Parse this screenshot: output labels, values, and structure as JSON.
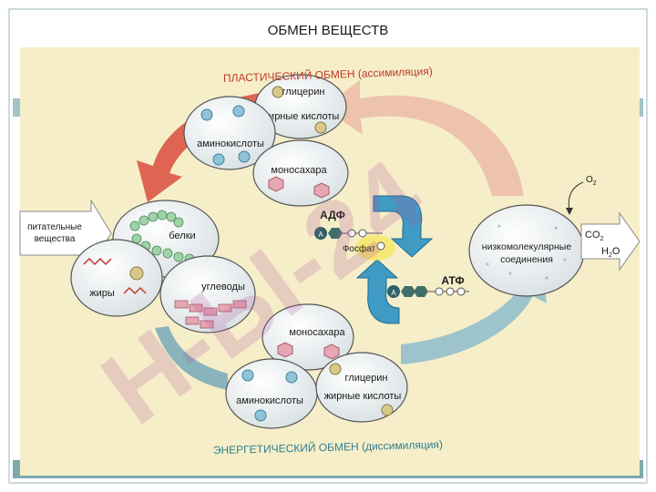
{
  "title": "ОБМЕН ВЕЩЕСТВ",
  "watermark": "Н-Ы-24",
  "plastic": "ПЛАСТИЧЕСКИЙ ОБМЕН (ассимиляция)",
  "energy": "ЭНЕРГЕТИЧЕСКИЙ ОБМЕН (диссимиляция)",
  "input": {
    "line1": "питательные",
    "line2": "вещества"
  },
  "left": {
    "proteins": "белки",
    "fats": "жиры",
    "carbs": "углеводы"
  },
  "top": {
    "glycerin": "глицерин",
    "fatty": "жирные кислоты",
    "amino": "аминокислоты",
    "mono": "моносахара"
  },
  "bottom": {
    "mono": "моносахара",
    "amino": "аминокислоты",
    "glycerin": "глицерин",
    "fatty": "жирные кислоты"
  },
  "cycle": {
    "adp": "АДФ",
    "atp": "АТФ",
    "phosphate": "Фосфат",
    "a": "A"
  },
  "right": {
    "line1": "низкомолекулярные",
    "line2": "соединения",
    "o2": "O",
    "o2sub": "2",
    "co2": "CO",
    "co2sub": "2",
    "h2o_a": "H",
    "h2o_sub": "2",
    "h2o_b": "O"
  },
  "colors": {
    "background": "#f6eec8",
    "plastic_arrow": "#e06a55",
    "energy_arrow": "#7ab2c4",
    "cycle": "#3f9bc4",
    "bubble": "#e9eef0",
    "watermark": "#b0579f"
  }
}
